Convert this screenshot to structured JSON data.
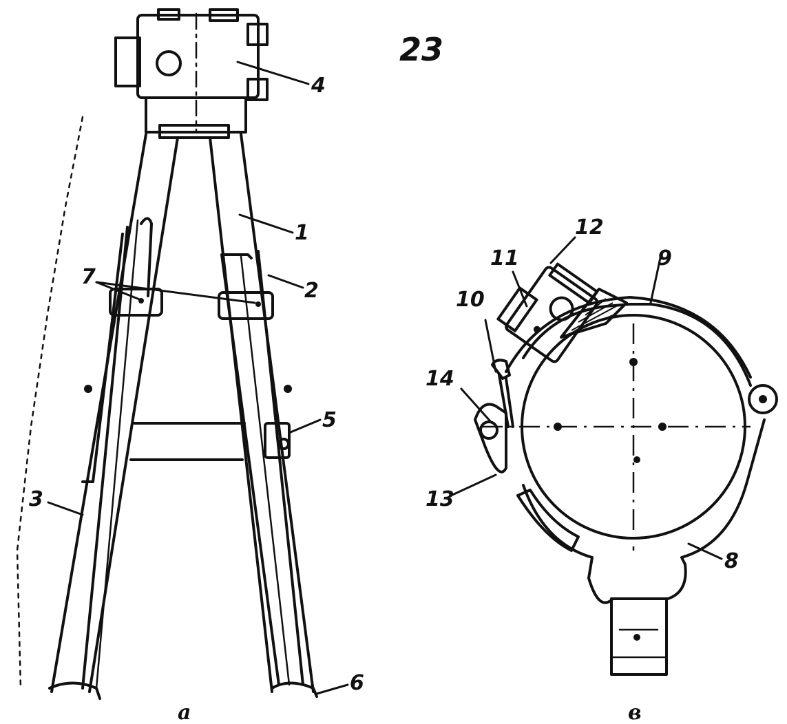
{
  "figure_number": "23",
  "subfigures": {
    "a": "a",
    "b": "в"
  },
  "callouts": {
    "c1": "1",
    "c2": "2",
    "c3": "3",
    "c4": "4",
    "c5": "5",
    "c6": "6",
    "c7": "7",
    "c8": "8",
    "c9": "9",
    "c10": "10",
    "c11": "11",
    "c12": "12",
    "c13": "13",
    "c14": "14"
  },
  "colors": {
    "ink": "#111111",
    "paper": "#ffffff"
  }
}
